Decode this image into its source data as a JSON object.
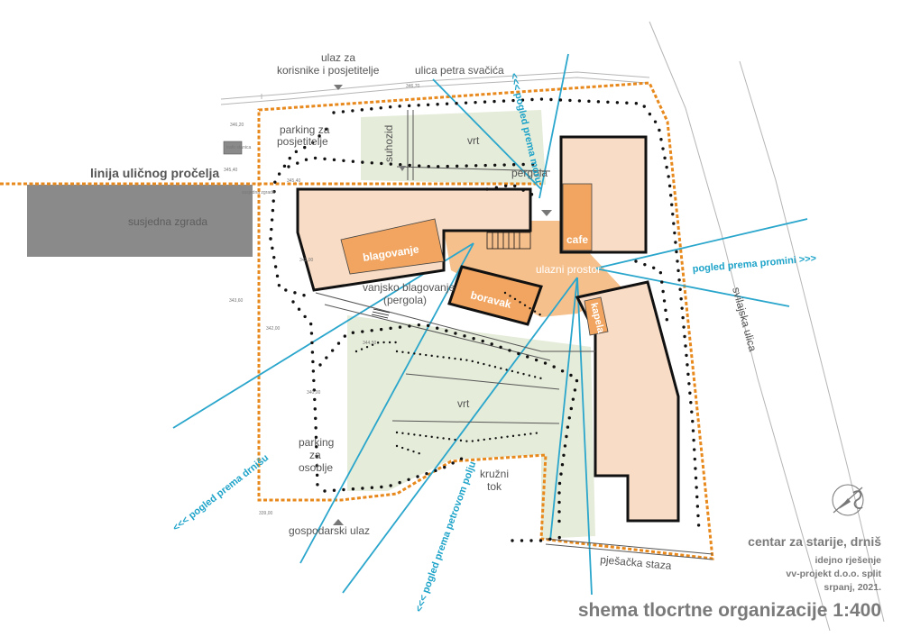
{
  "labels": {
    "ulaz_za_korisnike": [
      "ulaz za",
      "korisnike i posjetitelje"
    ],
    "ulica_petra_svacica": "ulica petra svačića",
    "parking_posjetitelje": [
      "parking za",
      "posjetitelje"
    ],
    "suhozid": "suhozid",
    "vrt_top": "vrt",
    "pergola": "pergola",
    "linija_ulicnog_procelja": "linija uličnog pročelja",
    "susjedna_zgrada": "susjedna zgrada",
    "blagovanje": "blagovanje",
    "cafe": "cafe",
    "ulazni_prostor": "ulazni prostor",
    "boravak": "boravak",
    "vanjsko_blagovanje": [
      "vanjsko blagovanje",
      "(pergola)"
    ],
    "kapela": "kapela",
    "vrt_bottom": "vrt",
    "parking_osoblje": [
      "parking",
      "za",
      "osoblje"
    ],
    "kruzni_tok": [
      "kružni",
      "tok"
    ],
    "gospodarski_ulaz": "gospodarski ulaz",
    "pjesacka_staza": "pješačka staza",
    "svilajska_ulica": "svilajska ulica"
  },
  "views": {
    "pogled_prema_moru": "<<< pogled prema moru",
    "pogled_prema_promini": "pogled prema promini >>>",
    "pogled_prema_drnisu": "<<< pogled prema drnišu",
    "pogled_prema_petrovom_polju": "<<< pogled prema petrovom polju"
  },
  "elevations": {
    "e1": "346,70",
    "e2": "346,20",
    "e3": "345,40",
    "e4": "345,40",
    "e5": "342,00",
    "e6": "343,60",
    "e7": "342,00",
    "e8": "344,50",
    "e9": "340,00",
    "e10": "339,00"
  },
  "small_notes": {
    "trafo": "trafo stanica",
    "susjedna": "susjedna zgrada"
  },
  "title_block": {
    "line1": "centar za starije, drniš",
    "line2": "idejno rješenje",
    "line3": "vv-projekt d.o.o. split",
    "line4": "srpanj, 2021.",
    "main": "shema tlocrtne organizacije 1:400"
  },
  "colors": {
    "building_fill": "#f8dcc5",
    "room_fill": "#f1a560",
    "entrance_fill": "#f6c08c",
    "garden_fill": "#e5ecd9",
    "neighbor_fill": "#8a8a8a",
    "sight_line": "#2aa6cc",
    "boundary": "#e8891d"
  }
}
